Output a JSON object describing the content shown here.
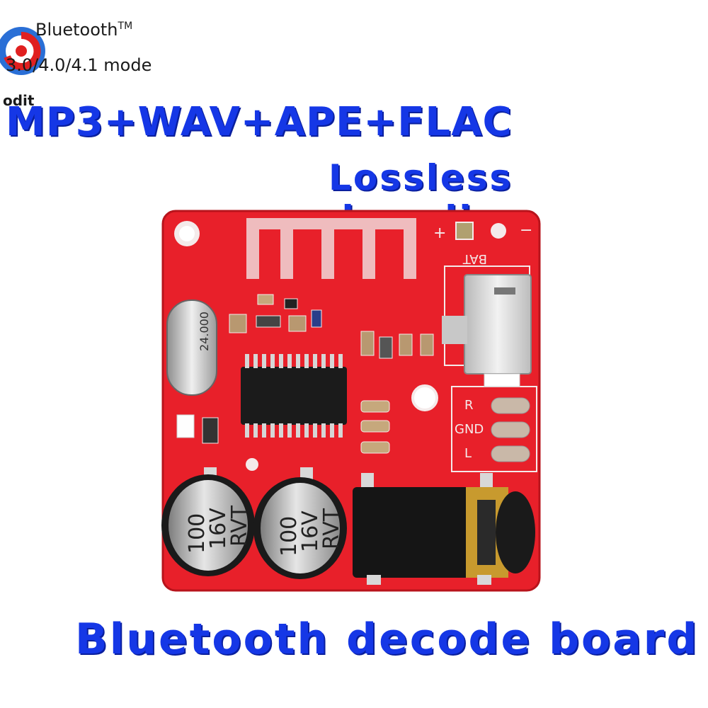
{
  "header": {
    "bluetooth_label": "Bluetooth",
    "trademark": "TM",
    "mode_label": "3.0/4.0/4.1 mode",
    "brand_label": "odit"
  },
  "headline": "MP3+WAV+APE+FLAC",
  "subline": "Lossless decoding",
  "caption": "Bluetooth decode board",
  "board": {
    "crystal_label": "24.000",
    "cap1_label": [
      "100",
      "16V",
      "RVT"
    ],
    "cap2_label": [
      "100",
      "16V",
      "RVT"
    ],
    "pin_labels": [
      "R",
      "GND",
      "L"
    ],
    "bat_label": "BAT",
    "plus_label": "+",
    "minus_label": "−"
  },
  "colors": {
    "pcb_red": "#e8202a",
    "text_blue": "#1537e6",
    "silk_white": "#f4eaea"
  }
}
